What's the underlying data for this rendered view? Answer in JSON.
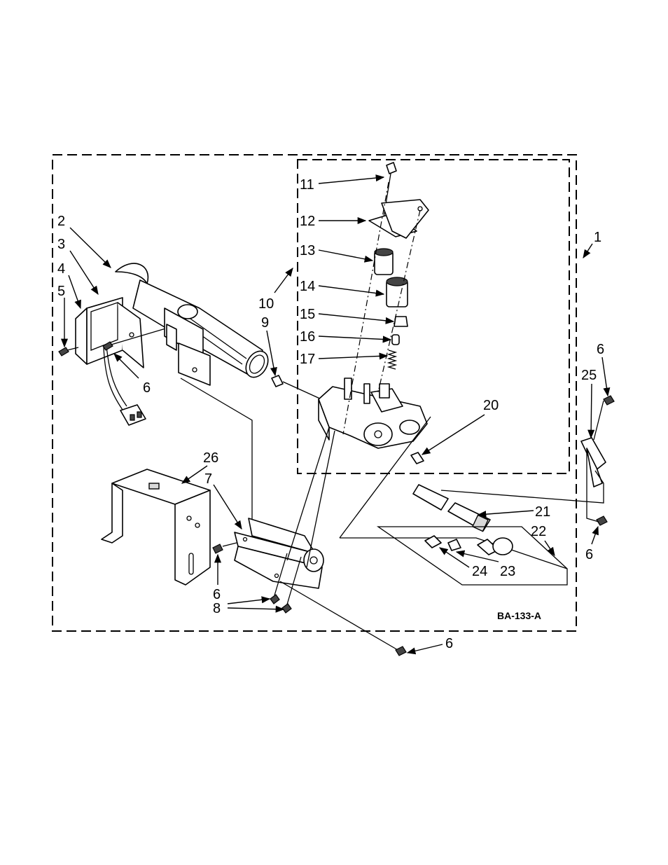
{
  "diagram": {
    "code": "BA-133-A",
    "callouts": [
      "1",
      "2",
      "3",
      "4",
      "5",
      "6",
      "6",
      "6",
      "6",
      "6",
      "6",
      "7",
      "8",
      "9",
      "10",
      "11",
      "12",
      "13",
      "14",
      "15",
      "16",
      "17",
      "20",
      "21",
      "22",
      "23",
      "24",
      "25",
      "26"
    ]
  }
}
